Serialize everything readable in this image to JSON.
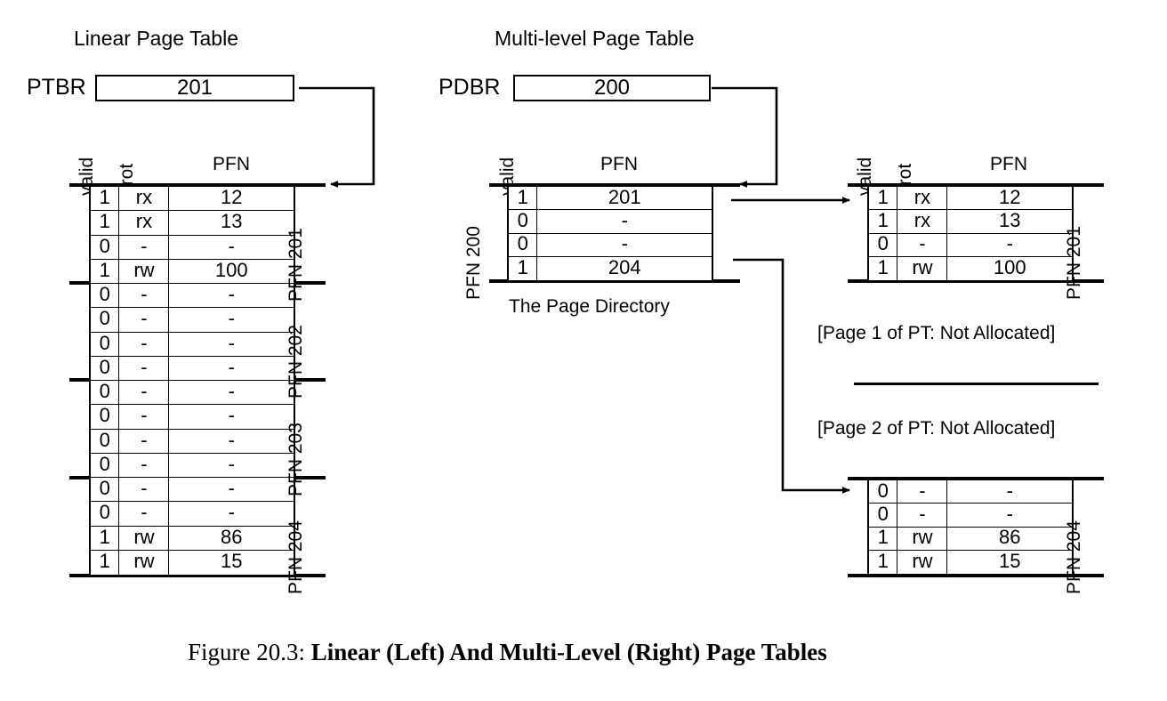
{
  "figure": {
    "caption_prefix": "Figure 20.3:",
    "caption_main": "Linear (Left) And Multi-Level (Right) Page Tables"
  },
  "left": {
    "title": "Linear Page Table",
    "register": {
      "label": "PTBR",
      "value": "201"
    },
    "headers": {
      "valid": "valid",
      "prot": "prot",
      "pfn": "PFN"
    },
    "page_labels": [
      "PFN 201",
      "PFN 202",
      "PFN 203",
      "PFN 204"
    ],
    "rows": [
      {
        "valid": "1",
        "prot": "rx",
        "pfn": "12"
      },
      {
        "valid": "1",
        "prot": "rx",
        "pfn": "13"
      },
      {
        "valid": "0",
        "prot": "-",
        "pfn": "-"
      },
      {
        "valid": "1",
        "prot": "rw",
        "pfn": "100"
      },
      {
        "valid": "0",
        "prot": "-",
        "pfn": "-"
      },
      {
        "valid": "0",
        "prot": "-",
        "pfn": "-"
      },
      {
        "valid": "0",
        "prot": "-",
        "pfn": "-"
      },
      {
        "valid": "0",
        "prot": "-",
        "pfn": "-"
      },
      {
        "valid": "0",
        "prot": "-",
        "pfn": "-"
      },
      {
        "valid": "0",
        "prot": "-",
        "pfn": "-"
      },
      {
        "valid": "0",
        "prot": "-",
        "pfn": "-"
      },
      {
        "valid": "0",
        "prot": "-",
        "pfn": "-"
      },
      {
        "valid": "0",
        "prot": "-",
        "pfn": "-"
      },
      {
        "valid": "0",
        "prot": "-",
        "pfn": "-"
      },
      {
        "valid": "1",
        "prot": "rw",
        "pfn": "86"
      },
      {
        "valid": "1",
        "prot": "rw",
        "pfn": "15"
      }
    ]
  },
  "right": {
    "title": "Multi-level Page Table",
    "register": {
      "label": "PDBR",
      "value": "200"
    },
    "directory": {
      "headers": {
        "valid": "valid",
        "pfn": "PFN"
      },
      "side_label": "PFN 200",
      "caption": "The Page Directory",
      "rows": [
        {
          "valid": "1",
          "pfn": "201"
        },
        {
          "valid": "0",
          "pfn": "-"
        },
        {
          "valid": "0",
          "pfn": "-"
        },
        {
          "valid": "1",
          "pfn": "204"
        }
      ]
    },
    "pt201": {
      "headers": {
        "valid": "valid",
        "prot": "prot",
        "pfn": "PFN"
      },
      "side_label": "PFN 201",
      "rows": [
        {
          "valid": "1",
          "prot": "rx",
          "pfn": "12"
        },
        {
          "valid": "1",
          "prot": "rx",
          "pfn": "13"
        },
        {
          "valid": "0",
          "prot": "-",
          "pfn": "-"
        },
        {
          "valid": "1",
          "prot": "rw",
          "pfn": "100"
        }
      ]
    },
    "not_allocated_1": "[Page 1 of PT: Not Allocated]",
    "not_allocated_2": "[Page 2 of PT: Not Allocated]",
    "pt204": {
      "side_label": "PFN 204",
      "rows": [
        {
          "valid": "0",
          "prot": "-",
          "pfn": "-"
        },
        {
          "valid": "0",
          "prot": "-",
          "pfn": "-"
        },
        {
          "valid": "1",
          "prot": "rw",
          "pfn": "86"
        },
        {
          "valid": "1",
          "prot": "rw",
          "pfn": "15"
        }
      ]
    }
  },
  "colors": {
    "ink": "#000000",
    "paper": "#ffffff"
  }
}
